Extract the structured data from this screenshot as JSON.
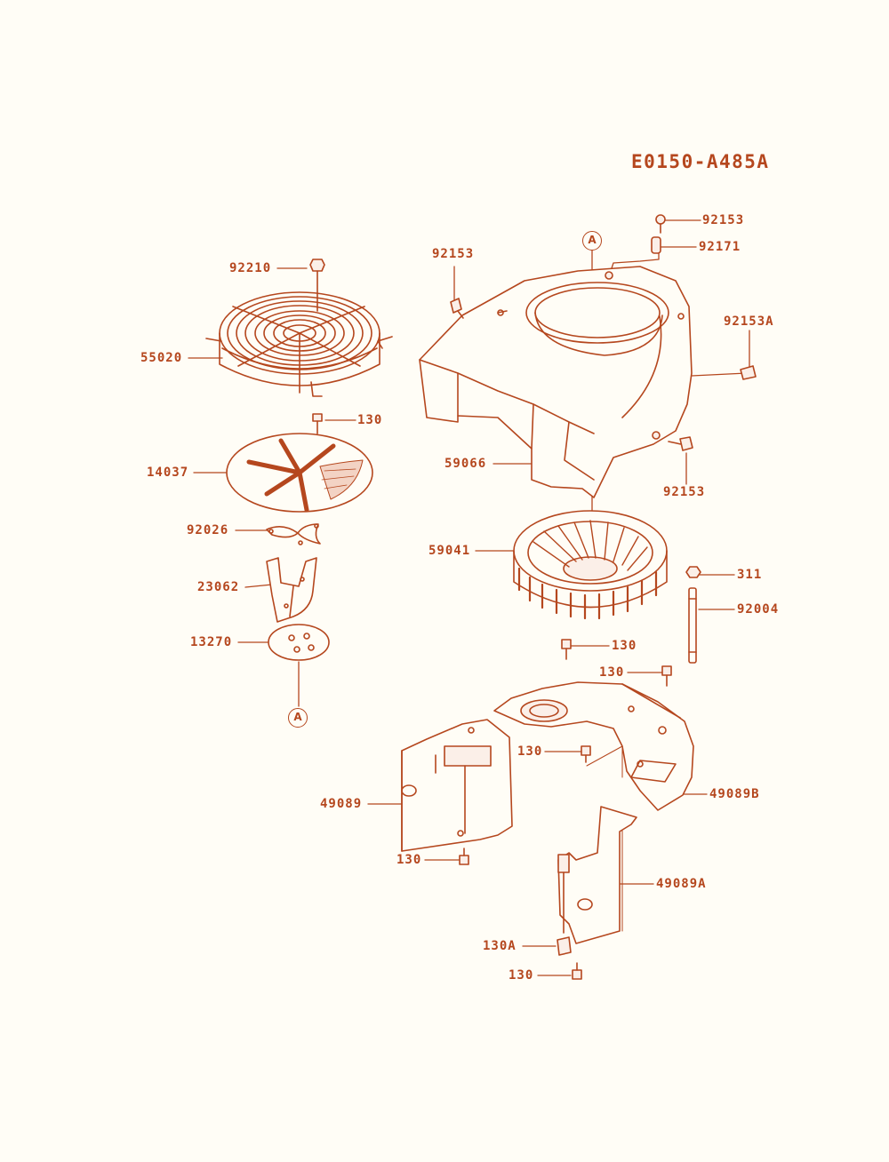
{
  "diagram": {
    "code": "E0150-A485A",
    "colors": {
      "line": "#B5471E",
      "paper": "#FFFDF6",
      "fill": "#FBEFE8"
    },
    "reference_marks": [
      {
        "id": "ref-top",
        "text": "A"
      },
      {
        "id": "ref-bottom",
        "text": "A"
      }
    ],
    "labels": {
      "p92210": "92210",
      "p55020": "55020",
      "p130_screen": "130",
      "p14037": "14037",
      "p92026": "92026",
      "p23062": "23062",
      "p13270": "13270",
      "p92153_top": "92153",
      "p92153_topright": "92153",
      "p92171": "92171",
      "p92153A": "92153A",
      "p59066": "59066",
      "p92153_side": "92153",
      "p59041": "59041",
      "p311": "311",
      "p92004": "92004",
      "p130_a": "130",
      "p130_b": "130",
      "p130_c": "130",
      "p49089": "49089",
      "p49089B": "49089B",
      "p130_d": "130",
      "p49089A": "49089A",
      "p130A": "130A",
      "p130_e": "130"
    }
  }
}
